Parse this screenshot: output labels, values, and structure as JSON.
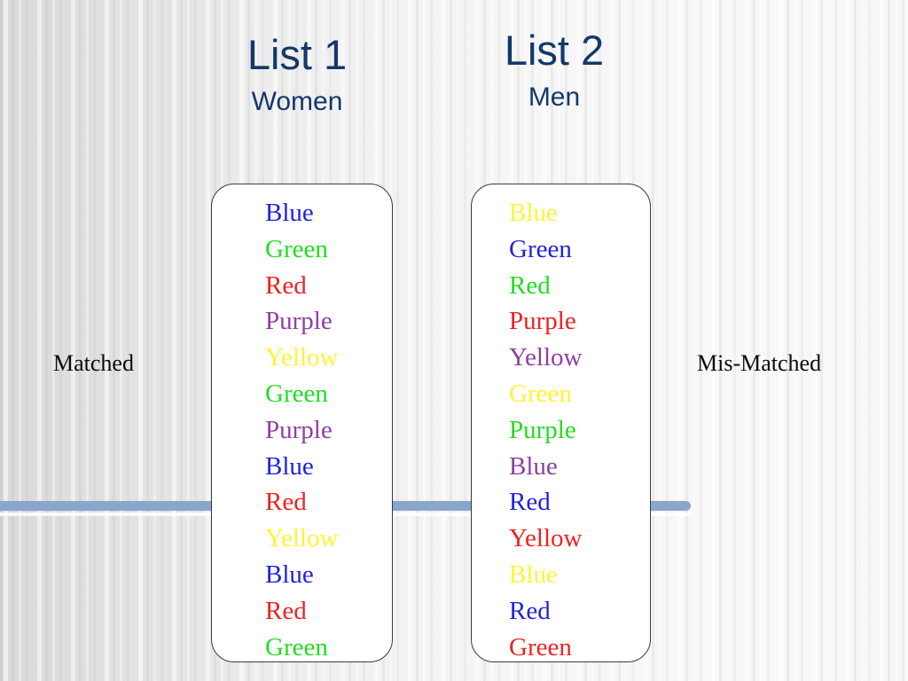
{
  "slide": {
    "background_left_color": "#d9d9d9",
    "background_right_color": "#f8f8f8",
    "accent_bar_color": "#8ba6cc",
    "heading_color": "#12386b",
    "label_color": "#0b0b0b",
    "box_border_color": "#3a3a3a",
    "box_fill_color": "#ffffff"
  },
  "palette": {
    "blue": "#2222dd",
    "green": "#22dd22",
    "red": "#ee2222",
    "purple": "#8f3fa3",
    "yellow": "#fff335"
  },
  "columns": [
    {
      "id": "list-1",
      "title": "List 1",
      "subtitle": "Women",
      "condition": "Matched",
      "words": [
        {
          "text": "Blue",
          "ink": "#2222dd"
        },
        {
          "text": "Green",
          "ink": "#22dd22"
        },
        {
          "text": "Red",
          "ink": "#ee2222"
        },
        {
          "text": "Purple",
          "ink": "#8f3fa3"
        },
        {
          "text": "Yellow",
          "ink": "#fff335"
        },
        {
          "text": "Green",
          "ink": "#22dd22"
        },
        {
          "text": "Purple",
          "ink": "#8f3fa3"
        },
        {
          "text": "Blue",
          "ink": "#2222dd"
        },
        {
          "text": "Red",
          "ink": "#ee2222"
        },
        {
          "text": "Yellow",
          "ink": "#fff335"
        },
        {
          "text": "Blue",
          "ink": "#2222dd"
        },
        {
          "text": "Red",
          "ink": "#ee2222"
        },
        {
          "text": "Green",
          "ink": "#22dd22"
        }
      ]
    },
    {
      "id": "list-2",
      "title": "List 2",
      "subtitle": "Men",
      "condition": "Mis-Matched",
      "words": [
        {
          "text": "Blue",
          "ink": "#fff335"
        },
        {
          "text": "Green",
          "ink": "#2222dd"
        },
        {
          "text": "Red",
          "ink": "#22dd22"
        },
        {
          "text": "Purple",
          "ink": "#ee2222"
        },
        {
          "text": "Yellow",
          "ink": "#8f3fa3"
        },
        {
          "text": "Green",
          "ink": "#fff335"
        },
        {
          "text": "Purple",
          "ink": "#22dd22"
        },
        {
          "text": "Blue",
          "ink": "#8f3fa3"
        },
        {
          "text": "Red",
          "ink": "#2222dd"
        },
        {
          "text": "Yellow",
          "ink": "#ee2222"
        },
        {
          "text": "Blue",
          "ink": "#fff335"
        },
        {
          "text": "Red",
          "ink": "#2222dd"
        },
        {
          "text": "Green",
          "ink": "#ee2222"
        }
      ]
    }
  ],
  "side_labels": {
    "left": "Matched",
    "right": "Mis-Matched"
  }
}
